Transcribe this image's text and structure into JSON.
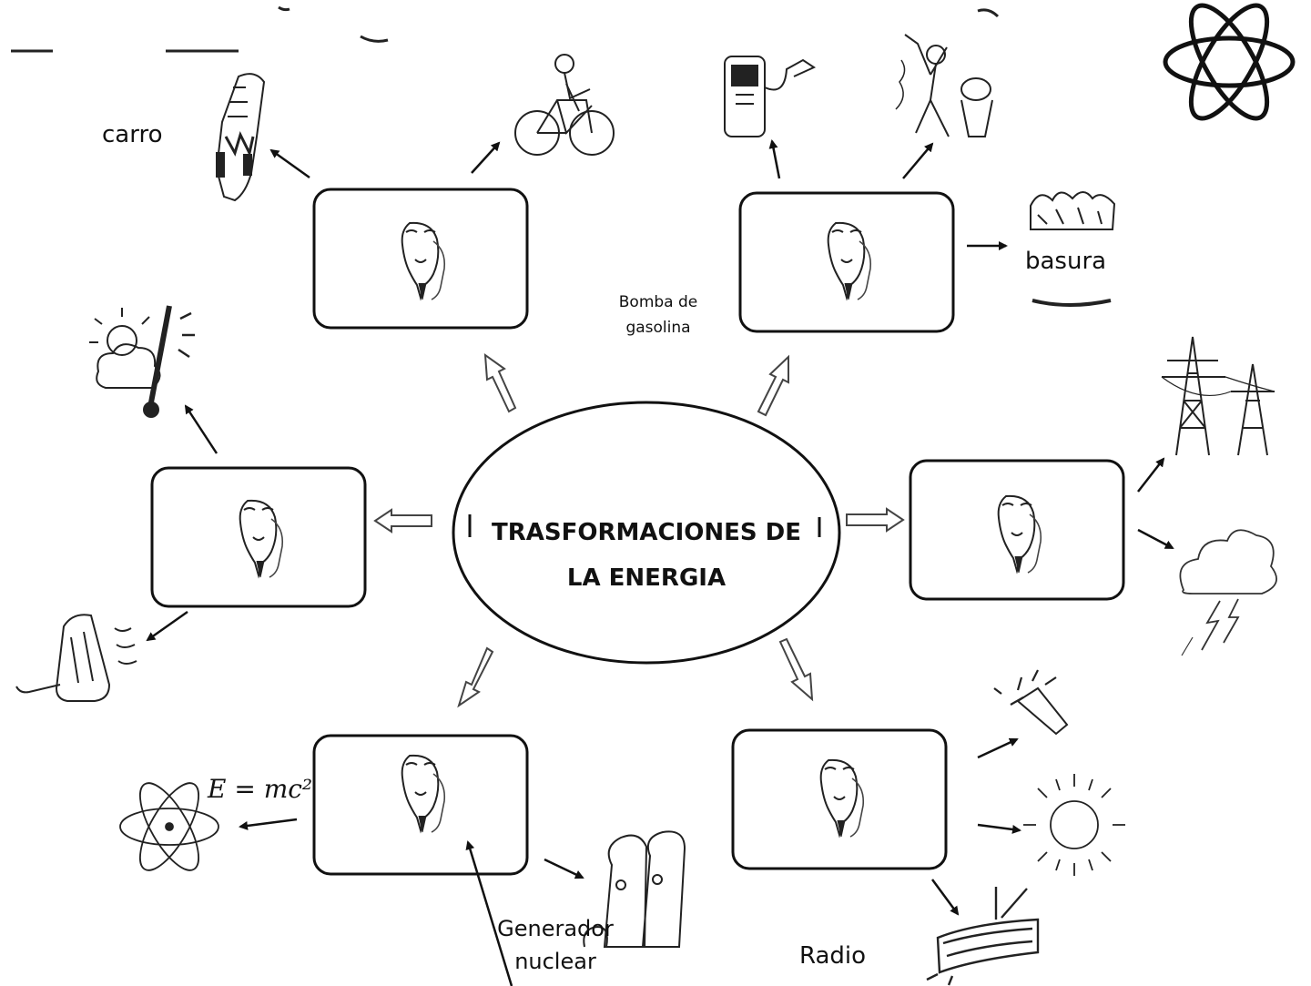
{
  "diagram": {
    "title_line1": "TRASFORMACIONES DE",
    "title_line2": "LA ENERGIA",
    "equation": "E = mc²",
    "labels": {
      "carro": "carro",
      "basura": "basura",
      "bomba_line1": "Bomba de",
      "bomba_line2": "gasolina",
      "generador_line1": "Generador",
      "generador_line2": "nuclear",
      "radio": "Radio"
    }
  }
}
